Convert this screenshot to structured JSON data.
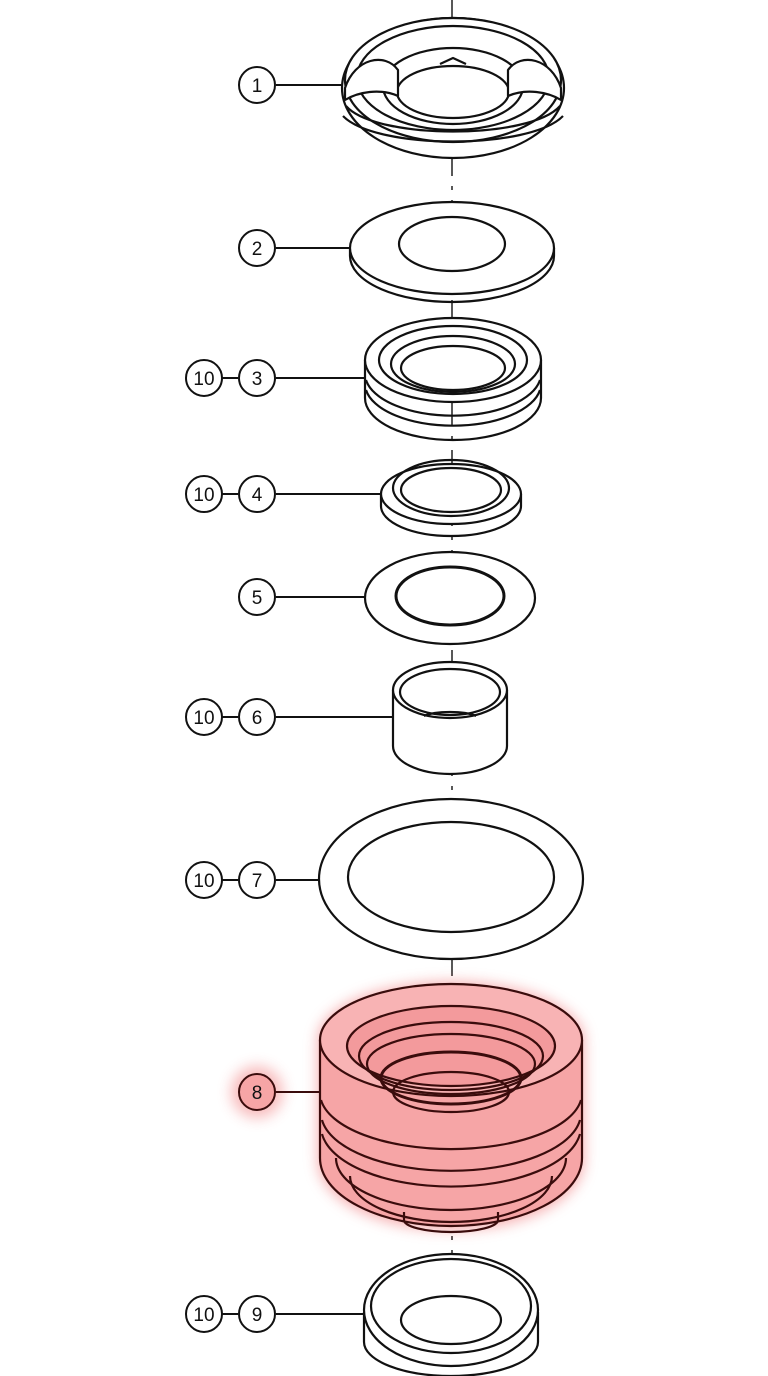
{
  "diagram": {
    "highlight_color": "#e8393d",
    "line_color": "#111111",
    "callouts": [
      {
        "label": "1"
      },
      {
        "label": "2"
      },
      {
        "label": "3",
        "secondary": "10"
      },
      {
        "label": "4",
        "secondary": "10"
      },
      {
        "label": "5"
      },
      {
        "label": "6",
        "secondary": "10"
      },
      {
        "label": "7",
        "secondary": "10"
      },
      {
        "label": "8",
        "highlighted": true
      },
      {
        "label": "9",
        "secondary": "10"
      }
    ]
  }
}
